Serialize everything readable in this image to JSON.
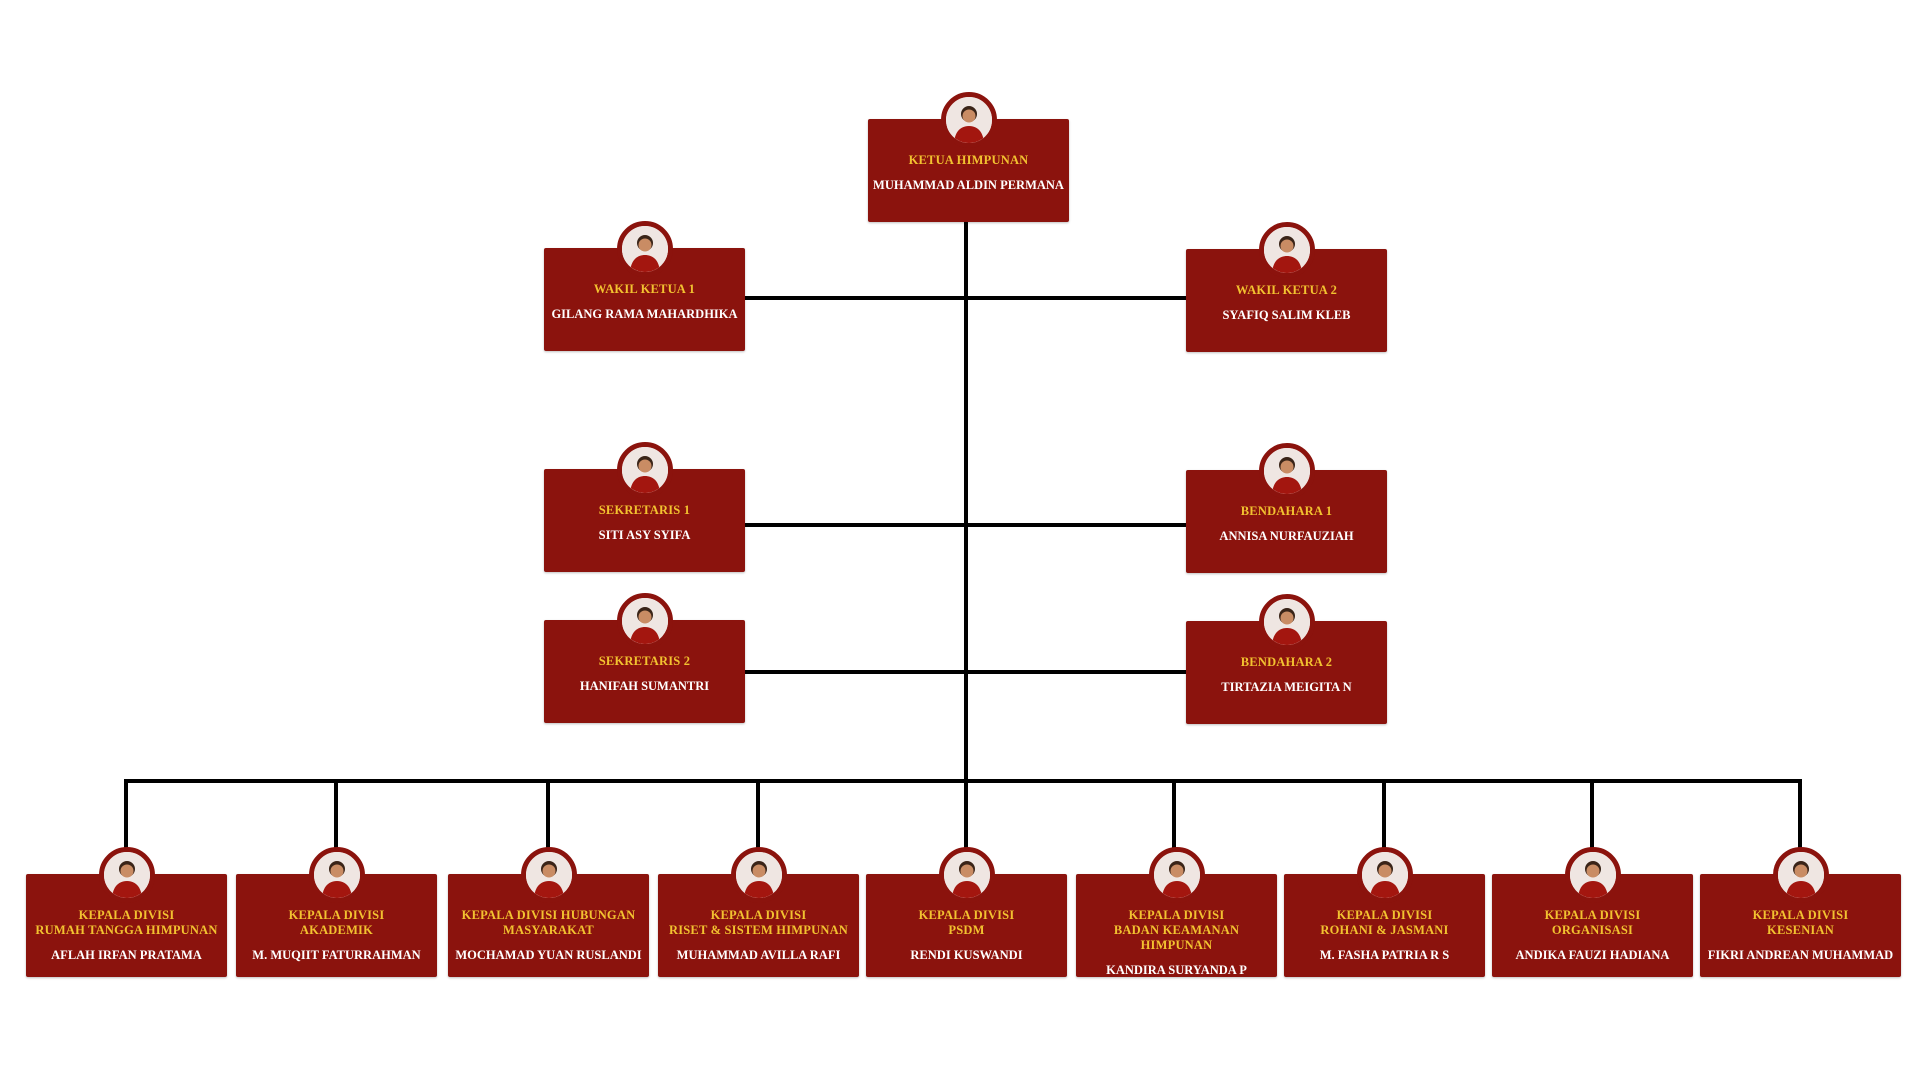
{
  "org": {
    "ketua": {
      "role": "KETUA HIMPUNAN",
      "name": "MUHAMMAD ALDIN PERMANA"
    },
    "wakil1": {
      "role": "WAKIL KETUA 1",
      "name": "GILANG RAMA MAHARDHIKA"
    },
    "wakil2": {
      "role": "WAKIL KETUA 2",
      "name": "SYAFIQ SALIM KLEB"
    },
    "sekretaris1": {
      "role": "SEKRETARIS 1",
      "name": "SITI ASY SYIFA"
    },
    "bendahara1": {
      "role": "BENDAHARA 1",
      "name": "ANNISA NURFAUZIAH"
    },
    "sekretaris2": {
      "role": "SEKRETARIS 2",
      "name": "HANIFAH SUMANTRI"
    },
    "bendahara2": {
      "role": "BENDAHARA 2",
      "name": "TIRTAZIA MEIGITA N"
    },
    "divisions": [
      {
        "role1": "KEPALA DIVISI",
        "role2": "RUMAH TANGGA HIMPUNAN",
        "name": "AFLAH IRFAN PRATAMA"
      },
      {
        "role1": "KEPALA DIVISI",
        "role2": "AKADEMIK",
        "name": "M. MUQIIT FATURRAHMAN"
      },
      {
        "role1": "KEPALA DIVISI HUBUNGAN",
        "role2": "MASYARAKAT",
        "name": "MOCHAMAD YUAN RUSLANDI"
      },
      {
        "role1": "KEPALA DIVISI",
        "role2": "RISET & SISTEM HIMPUNAN",
        "name": "MUHAMMAD AVILLA RAFI"
      },
      {
        "role1": "KEPALA DIVISI",
        "role2": "PSDM",
        "name": "RENDI KUSWANDI"
      },
      {
        "role1": "KEPALA DIVISI",
        "role2": "BADAN KEAMANAN HIMPUNAN",
        "name": "KANDIRA SURYANDA P"
      },
      {
        "role1": "KEPALA DIVISI",
        "role2": "ROHANI & JASMANI",
        "name": "M. FASHA PATRIA R S"
      },
      {
        "role1": "KEPALA DIVISI",
        "role2": "ORGANISASI",
        "name": "ANDIKA FAUZI HADIANA"
      },
      {
        "role1": "KEPALA DIVISI",
        "role2": "KESENIAN",
        "name": "FIKRI ANDREAN MUHAMMAD"
      }
    ]
  },
  "colors": {
    "card": "#8b130d",
    "role_text": "#f2c230",
    "name_text": "#ffffff",
    "connector": "#000000"
  },
  "icons": {
    "avatar": "person-photo-icon"
  }
}
